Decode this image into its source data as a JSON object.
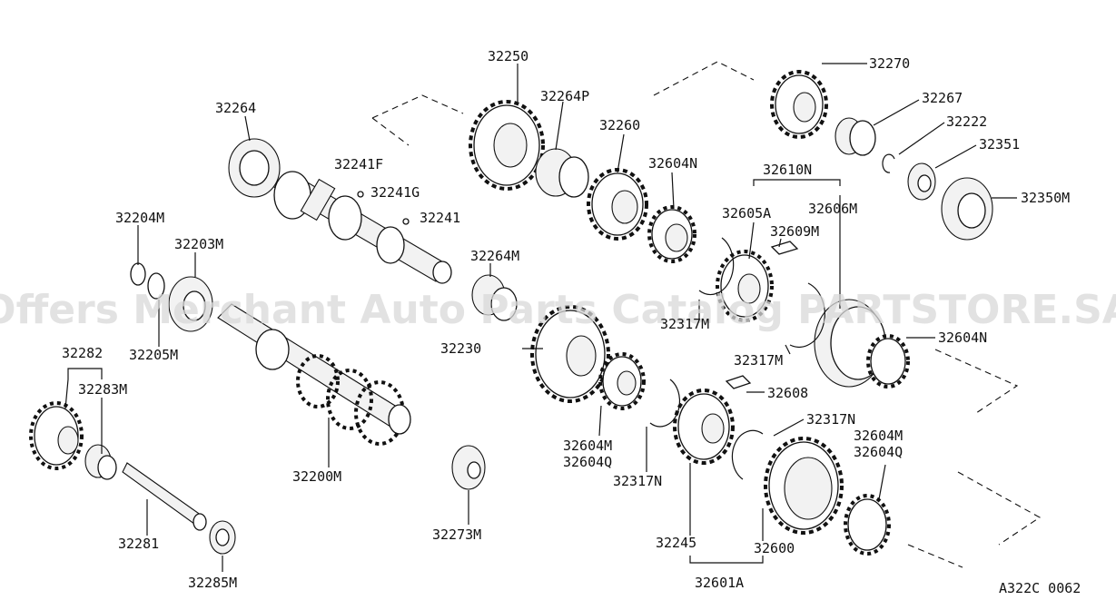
{
  "watermark": "Offers Merchant Auto Parts Catalog PARTSTORE.SA",
  "drawing_code": "A322C 0062",
  "labels": {
    "p32250": "32250",
    "p32270": "32270",
    "p32264P": "32264P",
    "p32267": "32267",
    "p32260": "32260",
    "p32222": "32222",
    "p32264": "32264",
    "p32351": "32351",
    "p32241F": "32241F",
    "p32604N_a": "32604N",
    "p32610N": "32610N",
    "p32241G": "32241G",
    "p32350M": "32350M",
    "p32606M": "32606M",
    "p32605A": "32605A",
    "p32241": "32241",
    "p32204M": "32204M",
    "p32609M": "32609M",
    "p32203M": "32203M",
    "p32264M": "32264M",
    "p32317M_a": "32317M",
    "p32604N_b": "32604N",
    "p32205M": "32205M",
    "p32230": "32230",
    "p32317M_b": "32317M",
    "p32282": "32282",
    "p32283M": "32283M",
    "p32608": "32608",
    "p32317N_a": "32317N",
    "p32604M_a": "32604M",
    "p32604Q_a": "32604Q",
    "p32604M_b": "32604M",
    "p32604Q_b": "32604Q",
    "p32317N_b": "32317N",
    "p32200M": "32200M",
    "p32281": "32281",
    "p32273M": "32273M",
    "p32245": "32245",
    "p32600": "32600",
    "p32285M": "32285M",
    "p32601A": "32601A"
  }
}
